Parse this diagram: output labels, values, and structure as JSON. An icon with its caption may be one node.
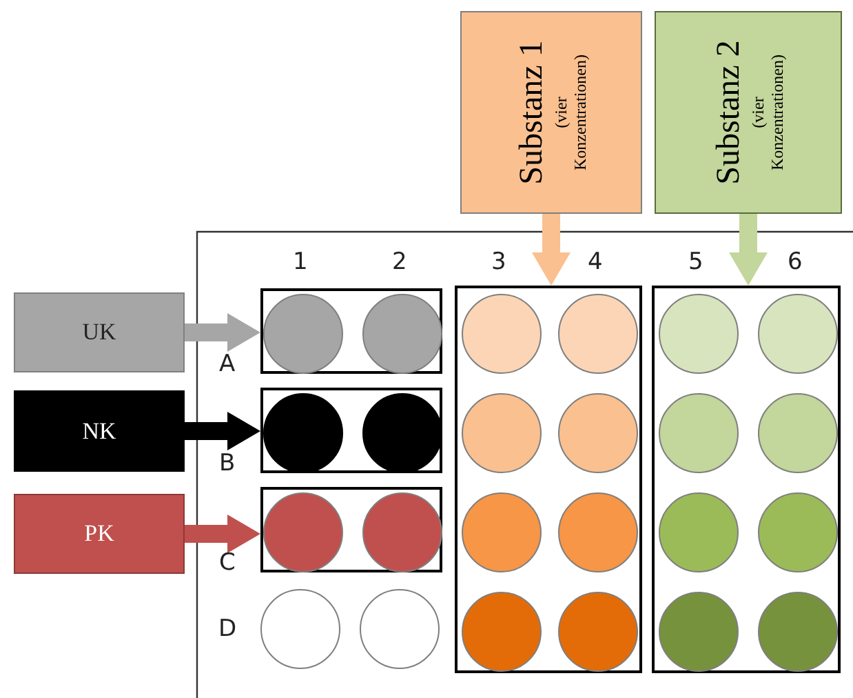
{
  "diagram": {
    "nodes": [
      {
        "text": [
          "Substanz 1",
          "(vier Konzentrationen)"
        ]
      },
      {
        "text": [
          "Substanz 2",
          "(vier Konzentrationen)"
        ]
      },
      {
        "text": [
          "UK"
        ]
      },
      {
        "text": [
          "NK"
        ]
      },
      {
        "text": [
          "PK"
        ]
      },
      {
        "text": [],
        "shape": "box"
      },
      {
        "text": [],
        "shape": "circle",
        "in": 5
      },
      {
        "text": [],
        "shape": "circle",
        "in": 5
      },
      {
        "text": [],
        "shape": "box"
      },
      {
        "text": [],
        "shape": "circle",
        "in": 8
      },
      {
        "text": [],
        "shape": "circle",
        "in": 8
      },
      {
        "text": [],
        "shape": "box"
      },
      {
        "text": [],
        "shape": "circle",
        "in": 11
      },
      {
        "text": [],
        "shape": "circle",
        "in": 11
      },
      {
        "text": [],
        "shape": "circle"
      },
      {
        "text": [],
        "shape": "circle"
      },
      {
        "text": [],
        "shape": "box"
      },
      {
        "text": [],
        "shape": "circle",
        "in": 16
      },
      {
        "text": [],
        "shape": "circle",
        "in": 16
      },
      {
        "text": [],
        "shape": "circle",
        "in": 16
      },
      {
        "text": [],
        "shape": "circle",
        "in": 16
      },
      {
        "text": [],
        "shape": "circle",
        "in": 16
      },
      {
        "text": [],
        "shape": "circle",
        "in": 16
      },
      {
        "text": [],
        "shape": "circle",
        "in": 16
      },
      {
        "text": [],
        "shape": "circle",
        "in": 16
      },
      {
        "text": [],
        "shape": "box"
      },
      {
        "text": [],
        "shape": "circle",
        "in": 25
      },
      {
        "text": [],
        "shape": "circle",
        "in": 25
      },
      {
        "text": [],
        "shape": "circle",
        "in": 25
      },
      {
        "text": [],
        "shape": "circle",
        "in": 25
      },
      {
        "text": [],
        "shape": "circle",
        "in": 25
      },
      {
        "text": [],
        "shape": "circle",
        "in": 25
      },
      {
        "text": [],
        "shape": "circle",
        "in": 25
      },
      {
        "text": [],
        "shape": "circle",
        "in": 25
      }
    ],
    "edges": [
      {
        "from": 2,
        "to": 5,
        "arrow": "to",
        "color": "#a6a6a6"
      },
      {
        "from": 3,
        "to": 8,
        "arrow": "to",
        "color": "#000000"
      },
      {
        "from": 4,
        "to": 11,
        "arrow": "to",
        "color": "#c0504d"
      },
      {
        "from": 0,
        "to": 16,
        "arrow": "to",
        "color": "#fac090"
      },
      {
        "from": 1,
        "to": 25,
        "arrow": "to",
        "color": "#c3d69b"
      }
    ],
    "labels": [
      "1",
      "2",
      "3",
      "4",
      "5",
      "6",
      "A",
      "B",
      "C",
      "D"
    ]
  }
}
